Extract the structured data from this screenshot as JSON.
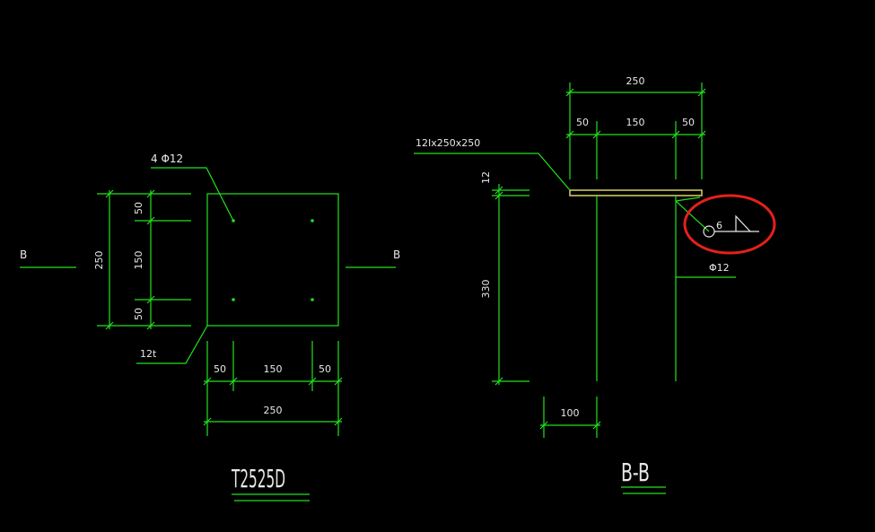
{
  "plan": {
    "rebar_label": "4 Φ12",
    "plate_label": "12t",
    "dim_total_v": "250",
    "dim_top_v": "50",
    "dim_mid_v": "150",
    "dim_bot_v": "50",
    "dim_left_h": "50",
    "dim_mid_h": "150",
    "dim_right_h": "50",
    "dim_total_h": "250",
    "section_mark_left": "B",
    "section_mark_right": "B",
    "title": "T2525D"
  },
  "section": {
    "plate_label": "12Ix250x250",
    "dim_total": "250",
    "dim_left": "50",
    "dim_mid": "150",
    "dim_right": "50",
    "dim_thick": "12",
    "dim_depth": "330",
    "dim_width": "100",
    "weld_size": "6",
    "rebar_label": "Φ12",
    "title": "B-B"
  },
  "colors": {
    "line": "#22e11e",
    "highlight": "#e5201a",
    "plate": "#e8e070"
  }
}
